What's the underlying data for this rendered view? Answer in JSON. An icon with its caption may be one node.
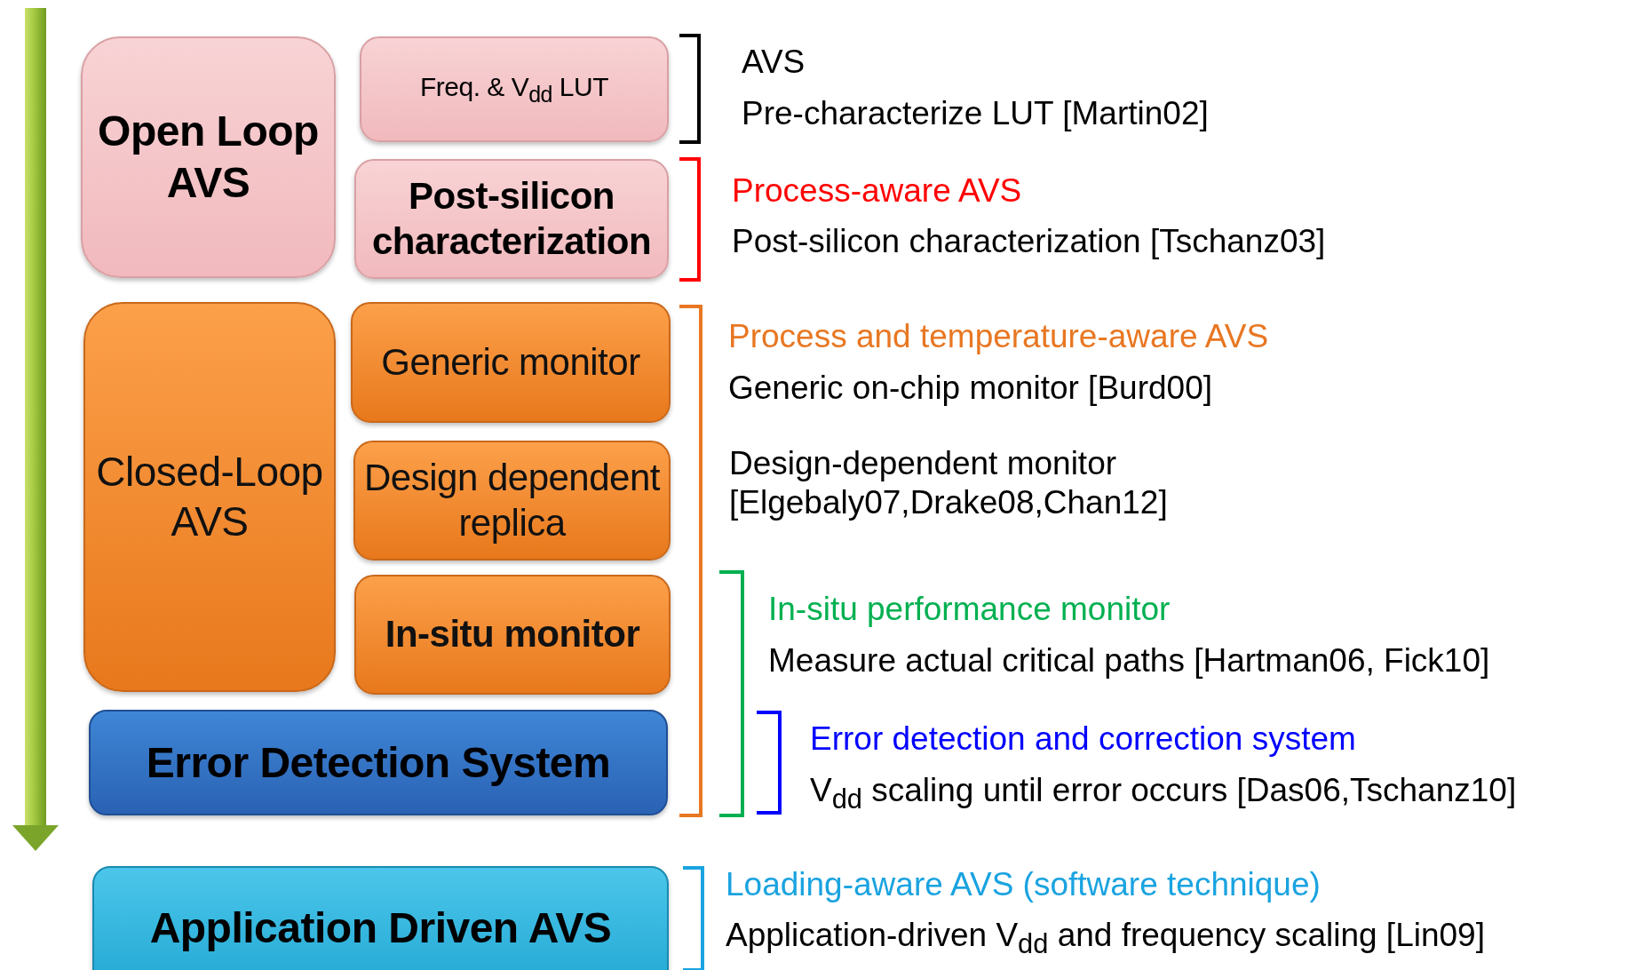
{
  "diagram": {
    "nodes": [
      {
        "text": [
          "Open Loop AVS"
        ]
      },
      {
        "text": [
          "Freq. & V$_{dd}$ LUT"
        ]
      },
      {
        "text": [
          "Post-silicon characterization"
        ]
      },
      {
        "text": [
          "Closed-Loop AVS"
        ]
      },
      {
        "text": [
          "Generic monitor"
        ]
      },
      {
        "text": [
          "Design dependent replica"
        ]
      },
      {
        "text": [
          "In-situ monitor"
        ]
      },
      {
        "text": [
          "Error Detection System"
        ]
      },
      {
        "text": [
          "Application Driven AVS"
        ]
      }
    ],
    "labels": [
      "AVS",
      "Pre-characterize LUT [Martin02]",
      "Process-aware AVS",
      "Post-silicon characterization [Tschanz03]",
      "Process and temperature-aware AVS",
      "Generic on-chip monitor [Burd00]",
      "Design-dependent monitor [Elgebaly07,Drake08,Chan12]",
      "In-situ performance monitor",
      "Measure actual critical paths [Hartman06, Fick10]",
      "Error detection and correction system",
      "V$_{dd}$ scaling until error occurs [Das06,Tschanz10]",
      "Loading-aware AVS (software technique)",
      "Application-driven V$_{dd}$ and frequency scaling [Lin09]"
    ]
  }
}
